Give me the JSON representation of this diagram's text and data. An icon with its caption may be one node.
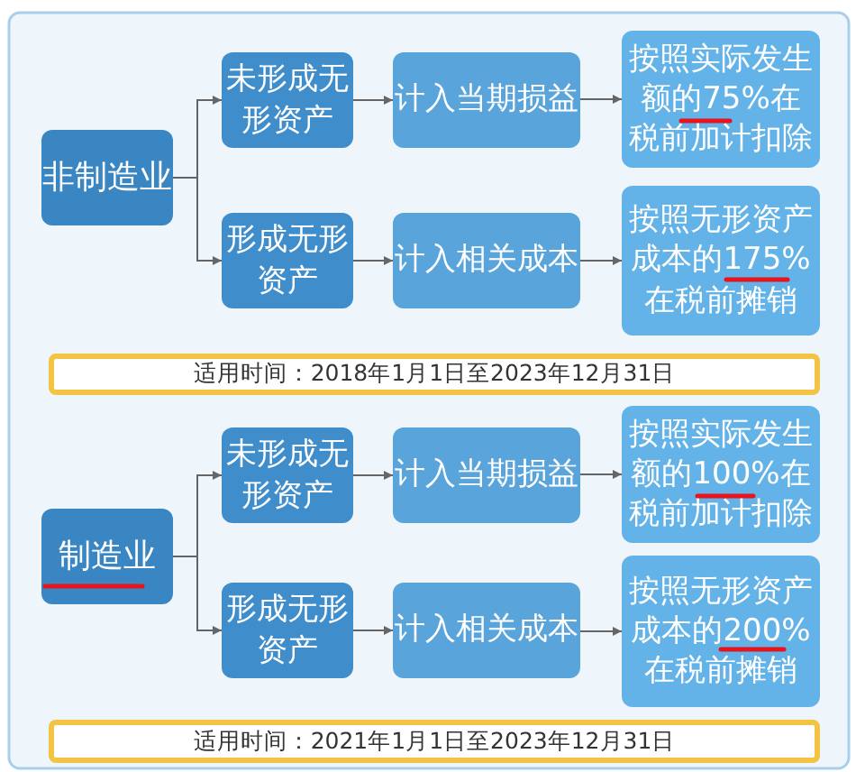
{
  "diagram": {
    "nodes": [
      {
        "text": [
          "非制造业"
        ]
      },
      {
        "text": [
          "未形成无形资产"
        ]
      },
      {
        "text": [
          "形成无形资产"
        ]
      },
      {
        "text": [
          "计入当期损益"
        ]
      },
      {
        "text": [
          "计入相关成本"
        ]
      },
      {
        "text": [
          "按照实际发生额的75%在税前加计扣除"
        ]
      },
      {
        "text": [
          "按照无形资产成本的175%在税前摊销"
        ]
      },
      {
        "text": [
          "适用时间：2018年1月1日至2023年12月31日"
        ]
      },
      {
        "text": [
          "制造业"
        ]
      },
      {
        "text": [
          "未形成无形资产"
        ]
      },
      {
        "text": [
          "形成无形资产"
        ]
      },
      {
        "text": [
          "计入当期损益"
        ]
      },
      {
        "text": [
          "计入相关成本"
        ]
      },
      {
        "text": [
          "按照实际发生额的100%在税前加计扣除"
        ]
      },
      {
        "text": [
          "按照无形资产成本的200%在税前摊销"
        ]
      },
      {
        "text": [
          "适用时间：2021年1月1日至2023年12月31日"
        ]
      }
    ],
    "edges": [
      {
        "from": 0,
        "to": 1,
        "arrow": "to"
      },
      {
        "from": 0,
        "to": 2,
        "arrow": "to"
      },
      {
        "from": 1,
        "to": 3,
        "arrow": "to"
      },
      {
        "from": 2,
        "to": 4,
        "arrow": "to"
      },
      {
        "from": 3,
        "to": 5,
        "arrow": "to"
      },
      {
        "from": 4,
        "to": 6,
        "arrow": "to"
      },
      {
        "from": 8,
        "to": 9,
        "arrow": "to"
      },
      {
        "from": 8,
        "to": 10,
        "arrow": "to"
      },
      {
        "from": 9,
        "to": 11,
        "arrow": "to"
      },
      {
        "from": 10,
        "to": 12,
        "arrow": "to"
      },
      {
        "from": 11,
        "to": 13,
        "arrow": "to"
      },
      {
        "from": 12,
        "to": 14,
        "arrow": "to"
      }
    ]
  }
}
